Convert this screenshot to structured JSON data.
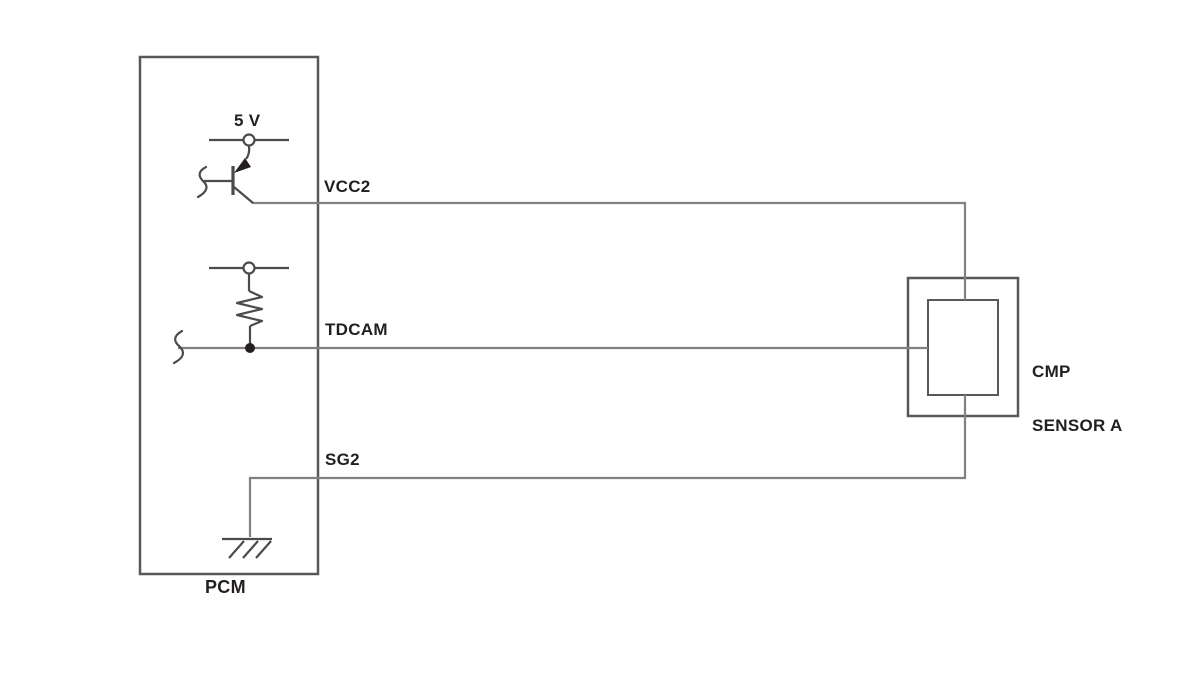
{
  "diagram": {
    "title": "PCM to CMP Sensor A wiring schematic",
    "labels": {
      "supply_voltage": "5 V",
      "wire_vcc2": "VCC2",
      "wire_tdcam": "TDCAM",
      "wire_sg2": "SG2",
      "module": "PCM",
      "sensor_line1": "CMP",
      "sensor_line2": "SENSOR A"
    },
    "components": [
      "pnp-transistor-driver",
      "pull-up-resistor",
      "terminal-circle",
      "junction-dot",
      "chassis-ground",
      "wire-break-marks"
    ],
    "colors": {
      "background": "#ffffff",
      "box_stroke": "#57585a",
      "wire_stroke": "#7f8184",
      "component_stroke": "#4d4a4a",
      "ink": "#231f20"
    }
  }
}
